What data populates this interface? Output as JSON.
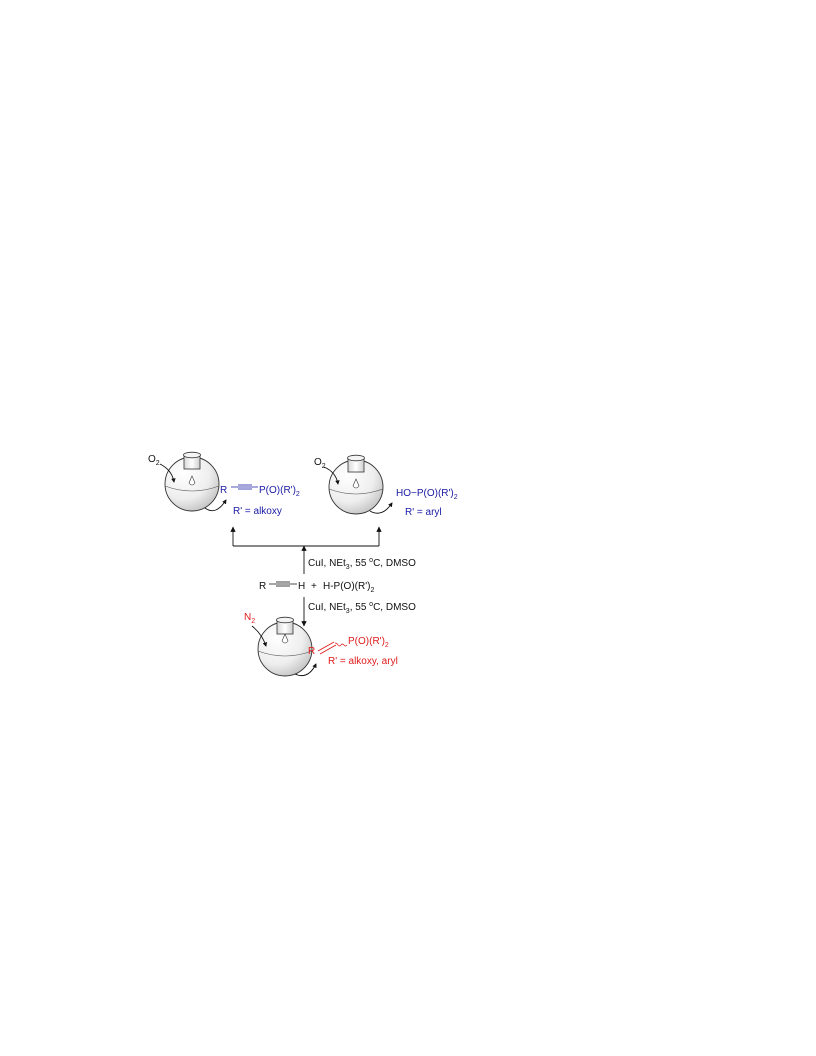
{
  "colors": {
    "blue": "#1a1aa6",
    "red": "#e01b1b",
    "black": "#111111"
  },
  "top_left": {
    "gas": "O",
    "gas_sub": "2",
    "r": "R",
    "product": "P(O)(R')",
    "product_sub": "2",
    "condition": "R' = alkoxy"
  },
  "top_right": {
    "gas": "O",
    "gas_sub": "2",
    "product": "HO−P(O)(R')",
    "product_sub": "2",
    "condition": "R' = aryl"
  },
  "reactants": {
    "r": "R",
    "alkyne_h": "H",
    "plus": "+",
    "phosphine": "H-P(O)(R')",
    "phosphine_sub": "2"
  },
  "conditions_up": {
    "text_a": "CuI, NEt",
    "sub": "3",
    "text_b": ", 55 ",
    "deg": "o",
    "text_c": "C, DMSO"
  },
  "conditions_down": {
    "text_a": "CuI, NEt",
    "sub": "3",
    "text_b": ", 55 ",
    "deg": "o",
    "text_c": "C, DMSO"
  },
  "bottom": {
    "gas": "N",
    "gas_sub": "2",
    "r": "R",
    "product": "P(O)(R')",
    "product_sub": "2",
    "condition": "R' = alkoxy, aryl"
  }
}
